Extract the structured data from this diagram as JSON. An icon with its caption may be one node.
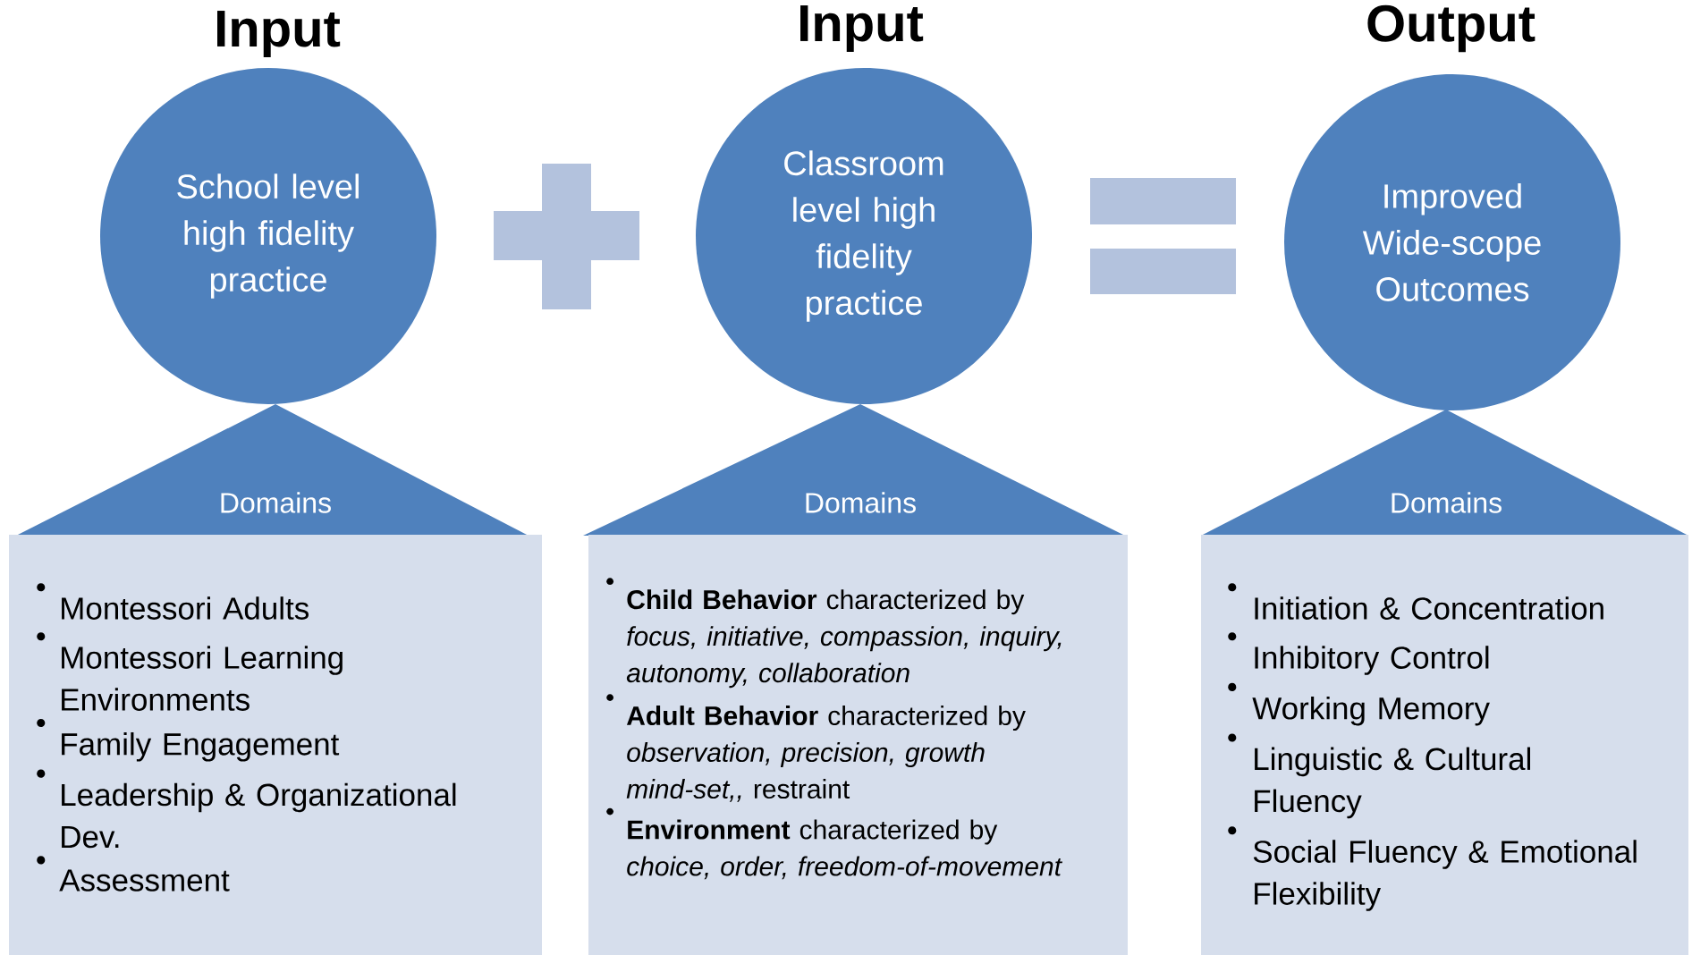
{
  "diagram": {
    "nodes": [
      {
        "text": [
          "Input",
          "School level high fidelity practice"
        ]
      },
      {
        "text": [
          "Input",
          "Classroom level high fidelity practice"
        ]
      },
      {
        "text": [
          "Output",
          "Improved Wide-scope Outcomes"
        ]
      },
      {
        "text": [
          "Domains"
        ]
      },
      {
        "text": [
          "Domains"
        ]
      },
      {
        "text": [
          "Domains"
        ]
      },
      {
        "text": [
          "Montessori Adults",
          "Montessori Learning Environments",
          "Family Engagement",
          "Leadership & Organizational Dev.",
          "Assessment"
        ]
      },
      {
        "text": [
          "**Child Behavior** characterized by *focus, initiative, compassion, inquiry, autonomy, collaboration*",
          "**Adult Behavior** characterized by *observation, precision, growth mind-set,,* restraint",
          "**Environment** characterized by *choice, order, freedom-of-movement*"
        ]
      },
      {
        "text": [
          "Initiation & Concentration",
          "Inhibitory Control",
          "Working Memory",
          "Linguistic & Cultural Fluency",
          "Social Fluency & Emotional Flexibility"
        ]
      }
    ]
  }
}
